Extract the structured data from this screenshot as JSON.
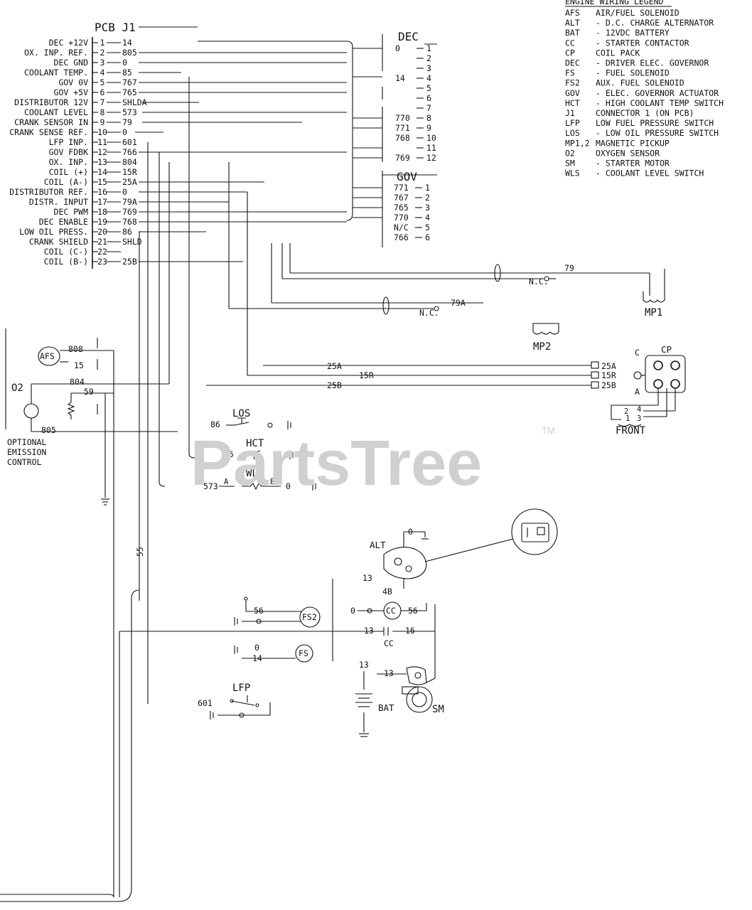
{
  "legend": {
    "title": "ENGINE WIRING LEGEND",
    "items": [
      {
        "code": "AFS",
        "desc": "AIR/FUEL SOLENOID"
      },
      {
        "code": "ALT",
        "desc": "- D.C. CHARGE ALTERNATOR"
      },
      {
        "code": "BAT",
        "desc": "- 12VDC BATTERY"
      },
      {
        "code": "CC",
        "desc": "- STARTER CONTACTOR"
      },
      {
        "code": "CP",
        "desc": "COIL PACK"
      },
      {
        "code": "DEC",
        "desc": "- DRIVER ELEC. GOVERNOR"
      },
      {
        "code": "FS",
        "desc": "- FUEL SOLENOID"
      },
      {
        "code": "FS2",
        "desc": "AUX. FUEL SOLENOID"
      },
      {
        "code": "GOV",
        "desc": "- ELEC. GOVERNOR ACTUATOR"
      },
      {
        "code": "HCT",
        "desc": "- HIGH COOLANT TEMP SWITCH"
      },
      {
        "code": "J1",
        "desc": "CONNECTOR 1 (ON PCB)"
      },
      {
        "code": "LFP",
        "desc": "LOW FUEL PRESSURE SWITCH"
      },
      {
        "code": "LOS",
        "desc": "- LOW OIL PRESSURE SWITCH"
      },
      {
        "code": "MP1,2",
        "desc": "MAGNETIC PICKUP"
      },
      {
        "code": "O2",
        "desc": "OXYGEN SENSOR"
      },
      {
        "code": "SM",
        "desc": "- STARTER MOTOR"
      },
      {
        "code": "WLS",
        "desc": "- COOLANT LEVEL SWITCH"
      }
    ]
  },
  "pcb": {
    "title": "PCB J1",
    "pins": [
      {
        "label": "DEC +12V",
        "pin": "1",
        "wire": "14"
      },
      {
        "label": "OX. INP. REF.",
        "pin": "2",
        "wire": "805"
      },
      {
        "label": "DEC GND",
        "pin": "3",
        "wire": "0"
      },
      {
        "label": "COOLANT TEMP.",
        "pin": "4",
        "wire": "85"
      },
      {
        "label": "GOV 0V",
        "pin": "5",
        "wire": "767"
      },
      {
        "label": "GOV +5V",
        "pin": "6",
        "wire": "765"
      },
      {
        "label": "DISTRIBUTOR 12V",
        "pin": "7",
        "wire": "SHLDA"
      },
      {
        "label": "COOLANT LEVEL",
        "pin": "8",
        "wire": "573"
      },
      {
        "label": "CRANK SENSOR IN",
        "pin": "9",
        "wire": "79"
      },
      {
        "label": "CRANK SENSE REF.",
        "pin": "10",
        "wire": "0"
      },
      {
        "label": "LFP INP.",
        "pin": "11",
        "wire": "601"
      },
      {
        "label": "GOV FDBK",
        "pin": "12",
        "wire": "766"
      },
      {
        "label": "OX. INP.",
        "pin": "13",
        "wire": "804"
      },
      {
        "label": "COIL (+)",
        "pin": "14",
        "wire": "15R"
      },
      {
        "label": "COIL (A-)",
        "pin": "15",
        "wire": "25A"
      },
      {
        "label": "DISTRIBUTOR REF.",
        "pin": "16",
        "wire": "0"
      },
      {
        "label": "DISTR. INPUT",
        "pin": "17",
        "wire": "79A"
      },
      {
        "label": "DEC PWM",
        "pin": "18",
        "wire": "769"
      },
      {
        "label": "DEC ENABLE",
        "pin": "19",
        "wire": "768"
      },
      {
        "label": "LOW OIL PRESS.",
        "pin": "20",
        "wire": "86"
      },
      {
        "label": "CRANK SHIELD",
        "pin": "21",
        "wire": "SHLD"
      },
      {
        "label": "COIL (C-)",
        "pin": "22",
        "wire": ""
      },
      {
        "label": "COIL (B-)",
        "pin": "23",
        "wire": "25B"
      }
    ]
  },
  "dec": {
    "title": "DEC",
    "pins": [
      {
        "wire": "0",
        "pin": "1"
      },
      {
        "wire": "",
        "pin": "2"
      },
      {
        "wire": "",
        "pin": "3"
      },
      {
        "wire": "14",
        "pin": "4"
      },
      {
        "wire": "",
        "pin": "5"
      },
      {
        "wire": "",
        "pin": "6"
      },
      {
        "wire": "",
        "pin": "7"
      },
      {
        "wire": "770",
        "pin": "8"
      },
      {
        "wire": "771",
        "pin": "9"
      },
      {
        "wire": "768",
        "pin": "10"
      },
      {
        "wire": "",
        "pin": "11"
      },
      {
        "wire": "769",
        "pin": "12"
      }
    ]
  },
  "gov": {
    "title": "GOV",
    "pins": [
      {
        "wire": "771",
        "pin": "1"
      },
      {
        "wire": "767",
        "pin": "2"
      },
      {
        "wire": "765",
        "pin": "3"
      },
      {
        "wire": "770",
        "pin": "4"
      },
      {
        "wire": "N/C",
        "pin": "5"
      },
      {
        "wire": "766",
        "pin": "6"
      }
    ]
  },
  "labels": {
    "mp1": "MP1",
    "mp2": "MP2",
    "nc": "N.C.",
    "w79": "79",
    "w79a": "79A",
    "w25a": "25A",
    "w15r": "15R",
    "w25b": "25B",
    "cp": "CP",
    "cp_c": "C",
    "cp_a": "A",
    "front": "FRONT",
    "fo1": "2",
    "fo2": "4",
    "fo3": "1",
    "fo4": "3",
    "afs": "AFS",
    "w808": "808",
    "w15": "15",
    "o2": "O2",
    "w804": "804",
    "w59": "59",
    "w805": "805",
    "emission_line1": "OPTIONAL",
    "emission_line2": "EMISSION",
    "emission_line3": "CONTROL",
    "los": "LOS",
    "w86": "86",
    "w0": "0",
    "hct": "HCT",
    "w85": "85",
    "wls": "WLS",
    "w573": "573",
    "wls_a": "A",
    "wls_b": "B",
    "w55": "55",
    "alt": "ALT",
    "w13": "13",
    "w4b": "4B",
    "w56": "56",
    "fs2": "FS2",
    "cc": "CC",
    "w16": "16",
    "w14": "14",
    "fs": "FS",
    "bat": "BAT",
    "sm": "SM",
    "lfp": "LFP",
    "w601": "601"
  },
  "watermark": {
    "text": "PartsTree",
    "tm": "TM"
  }
}
